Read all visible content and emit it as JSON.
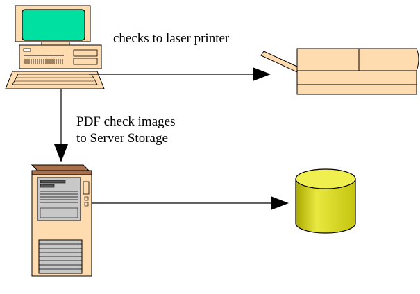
{
  "diagram": {
    "labels": {
      "printer_arrow": "checks to laser printer",
      "storage_arrow_line1": "PDF check images",
      "storage_arrow_line2": "to Server Storage"
    },
    "nodes": [
      {
        "id": "workstation",
        "icon": "desktop-computer-icon"
      },
      {
        "id": "printer",
        "icon": "laser-printer-icon"
      },
      {
        "id": "server",
        "icon": "tower-server-icon"
      },
      {
        "id": "storage",
        "icon": "database-cylinder-icon"
      }
    ],
    "colors": {
      "monitor_screen": "#00e0a0",
      "computer_body": "#ffdcb0",
      "server_top": "#a8704a",
      "server_body": "#ffdcb0",
      "server_panel": "#c8c8c8",
      "cylinder_fill": "#cfcf20",
      "cylinder_top": "#efef4f",
      "line": "#000000"
    }
  }
}
